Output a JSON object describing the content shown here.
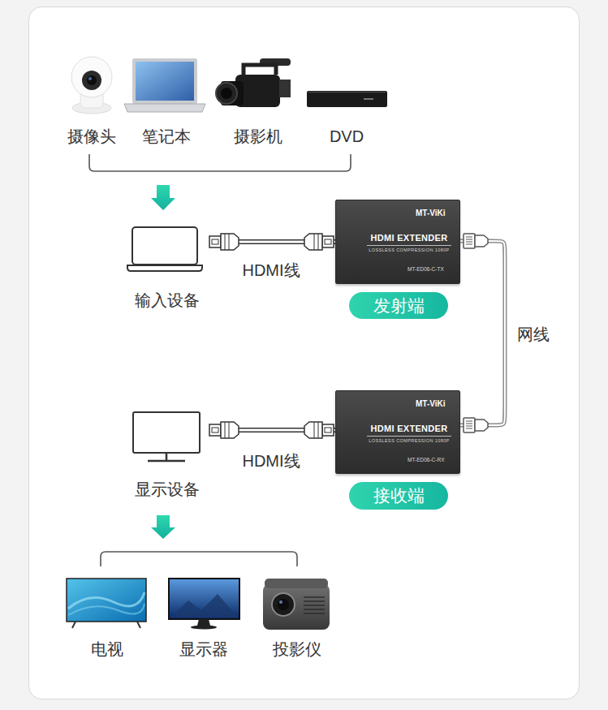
{
  "diagram": {
    "nodes": [
      {
        "text": [
          "输入设备"
        ]
      },
      {
        "text": [
          "MT-ViKi",
          "HDMI EXTENDER",
          "LOSSLESS COMPRESSION 1080P",
          "MT-ED06-C-TX"
        ]
      },
      {
        "text": [
          "发射端"
        ]
      },
      {
        "text": [
          "显示设备"
        ]
      },
      {
        "text": [
          "MT-ViKi",
          "HDMI EXTENDER",
          "LOSSLESS COMPRESSION 1080P",
          "MT-ED06-C-RX"
        ]
      },
      {
        "text": [
          "接收端"
        ]
      }
    ],
    "edges": [
      {
        "from": 0,
        "to": 1,
        "label": "HDMI线",
        "arrow": "none"
      },
      {
        "from": 1,
        "to": 4,
        "label": "网线",
        "arrow": "none"
      },
      {
        "from": 4,
        "to": 3,
        "label": "HDMI线",
        "arrow": "none"
      }
    ],
    "labels": [
      "摄像头",
      "笔记本",
      "摄影机",
      "DVD",
      "电视",
      "显示器",
      "投影仪"
    ]
  }
}
